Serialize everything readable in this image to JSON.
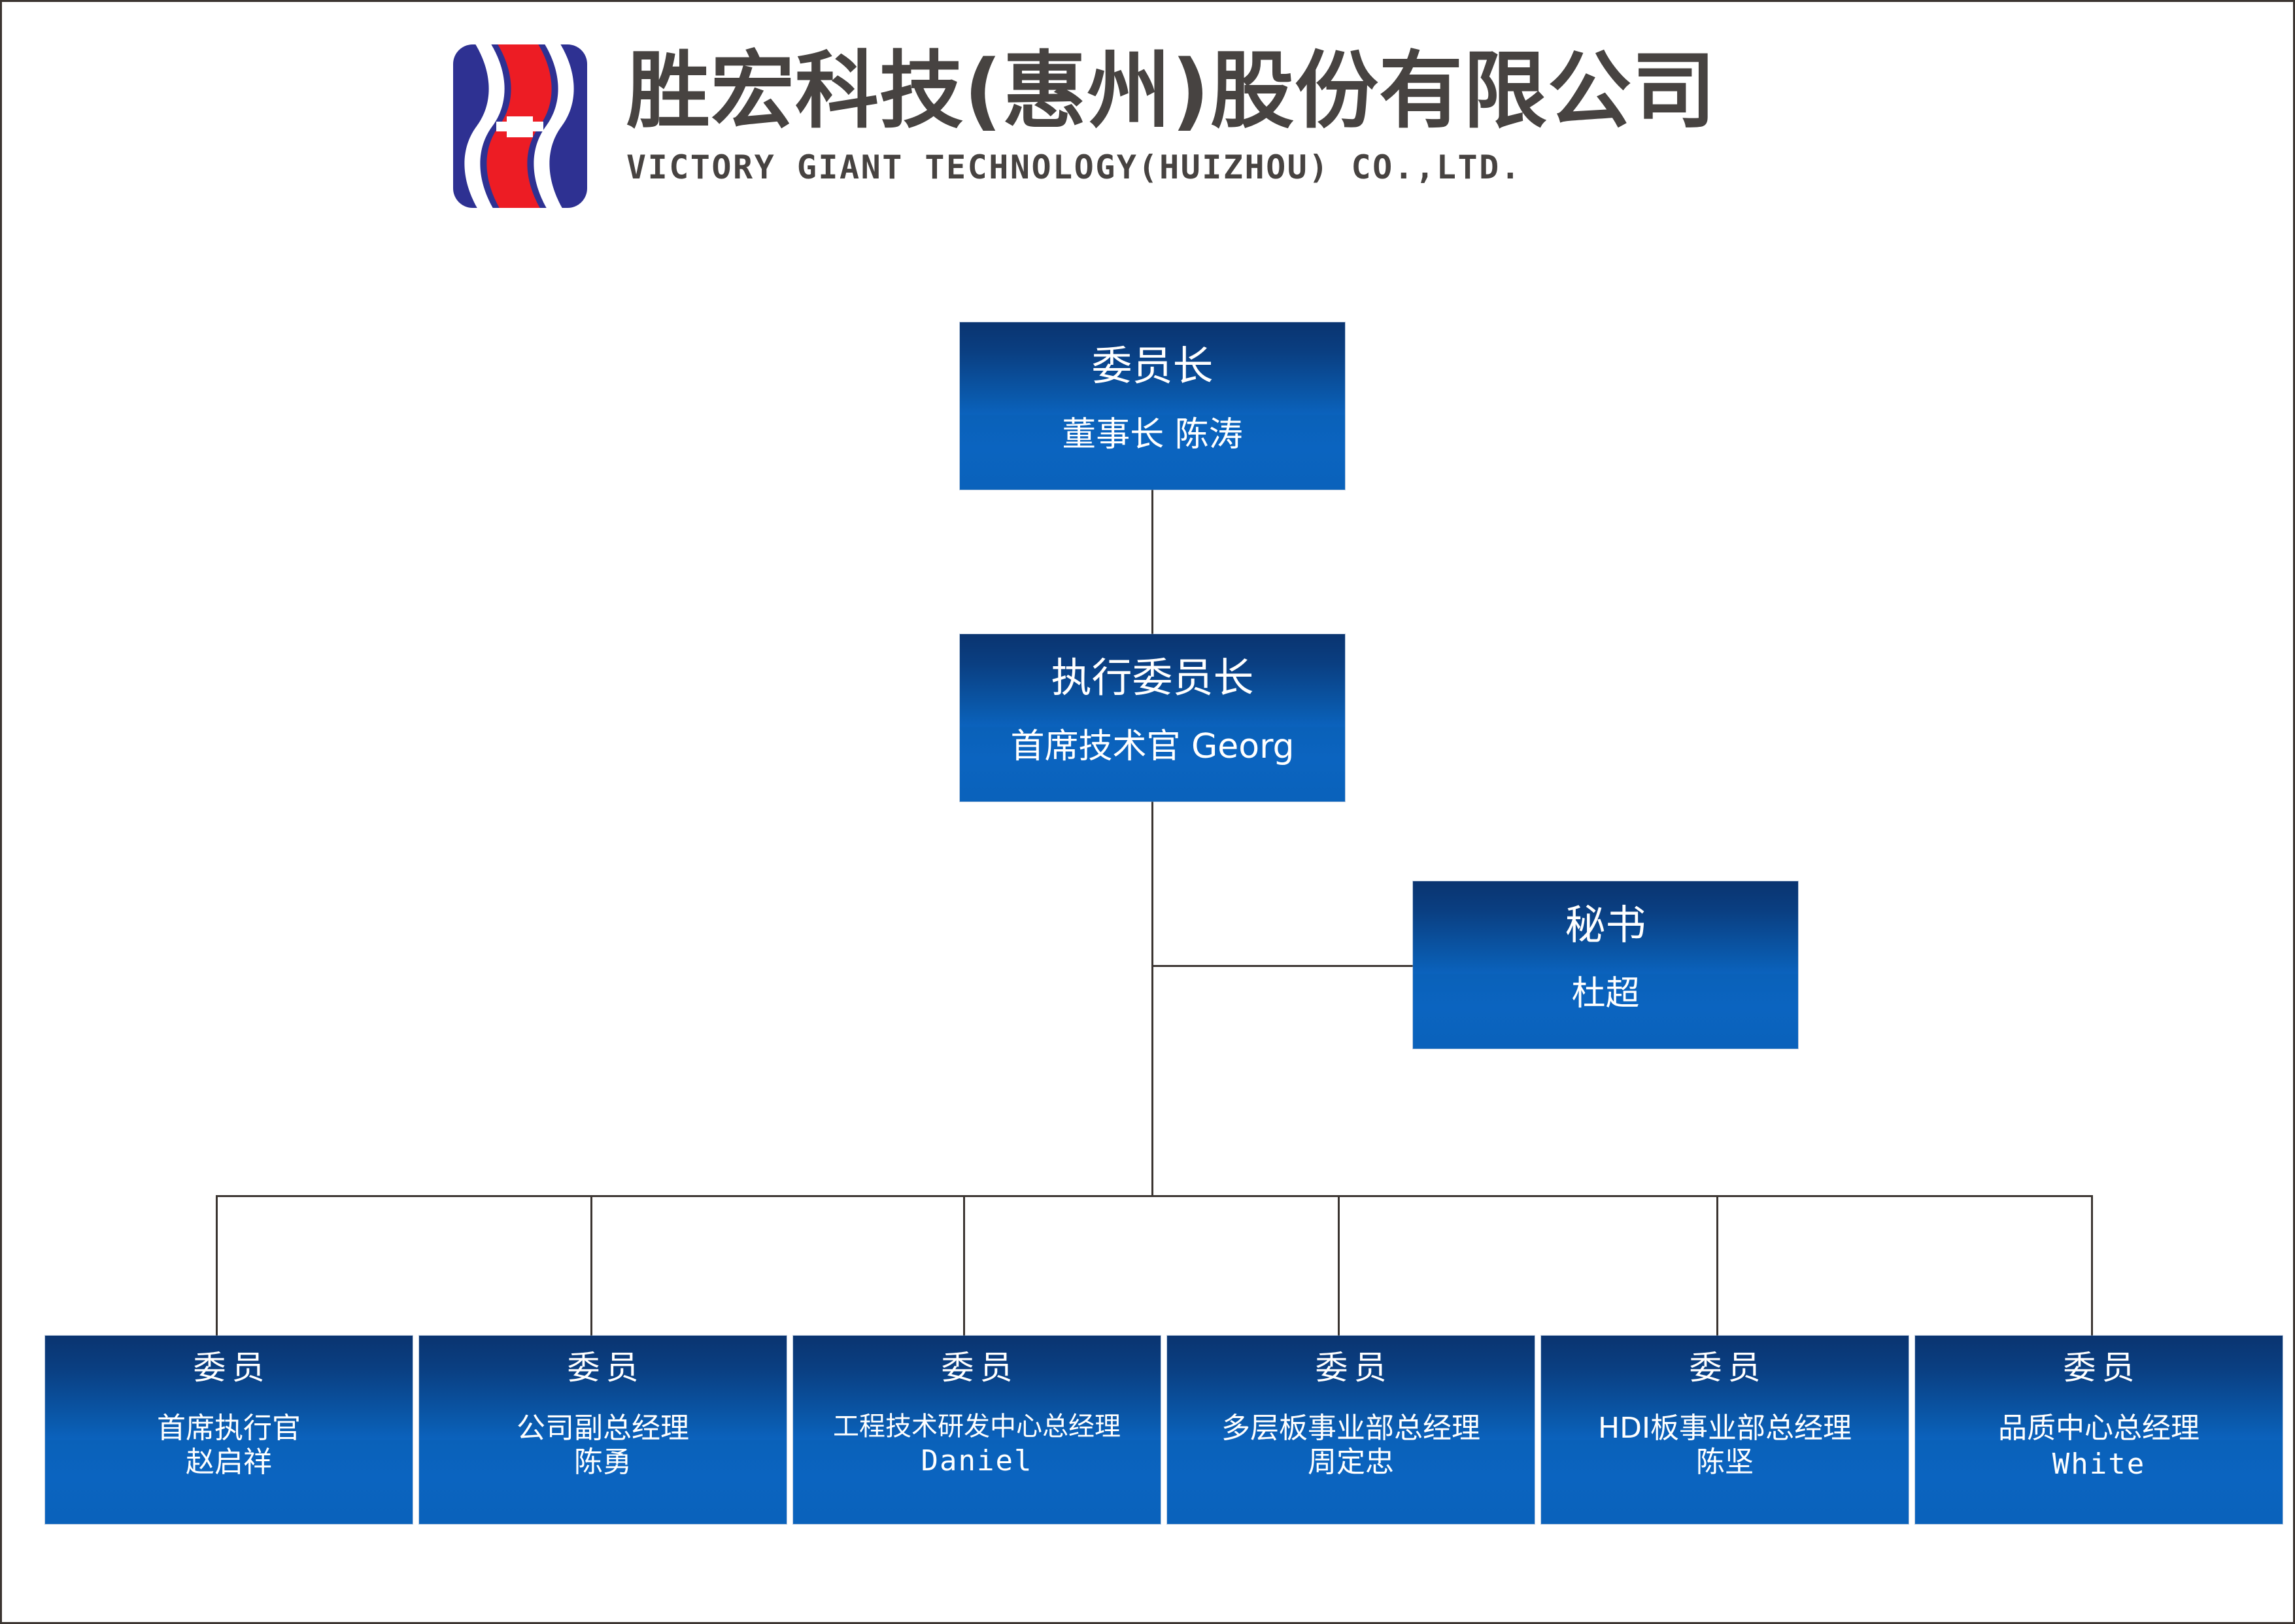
{
  "header": {
    "logo_icon": "victory-giant-s-logo",
    "company_name_cn": "胜宏科技(惠州)股份有限公司",
    "company_name_en": "VICTORY GIANT TECHNOLOGY(HUIZHOU) CO.,LTD.",
    "colors": {
      "logo_blue": "#2e3192",
      "logo_red": "#ed1c24",
      "text_gray": "#474341"
    }
  },
  "chart": {
    "title": "",
    "node_gradient_top": "#0a3470",
    "node_gradient_bottom": "#0a62bb",
    "connector_color": "#3b3531",
    "chairman": {
      "role": "委员长",
      "detail": "董事长 陈涛"
    },
    "executive": {
      "role": "执行委员长",
      "detail": "首席技术官 Georg"
    },
    "secretary": {
      "role": "秘书",
      "detail": "杜超"
    },
    "members": [
      {
        "role": "委员",
        "position": "首席执行官",
        "name": "赵启祥",
        "name_is_latin": false
      },
      {
        "role": "委员",
        "position": "公司副总经理",
        "name": "陈勇",
        "name_is_latin": false
      },
      {
        "role": "委员",
        "position": "工程技术研发中心总经理",
        "name": "Daniel",
        "name_is_latin": true
      },
      {
        "role": "委员",
        "position": "多层板事业部总经理",
        "name": "周定忠",
        "name_is_latin": false
      },
      {
        "role": "委员",
        "position": "HDI板事业部总经理",
        "name": "陈坚",
        "name_is_latin": false
      },
      {
        "role": "委员",
        "position": "品质中心总经理",
        "name": "White",
        "name_is_latin": true
      }
    ]
  }
}
